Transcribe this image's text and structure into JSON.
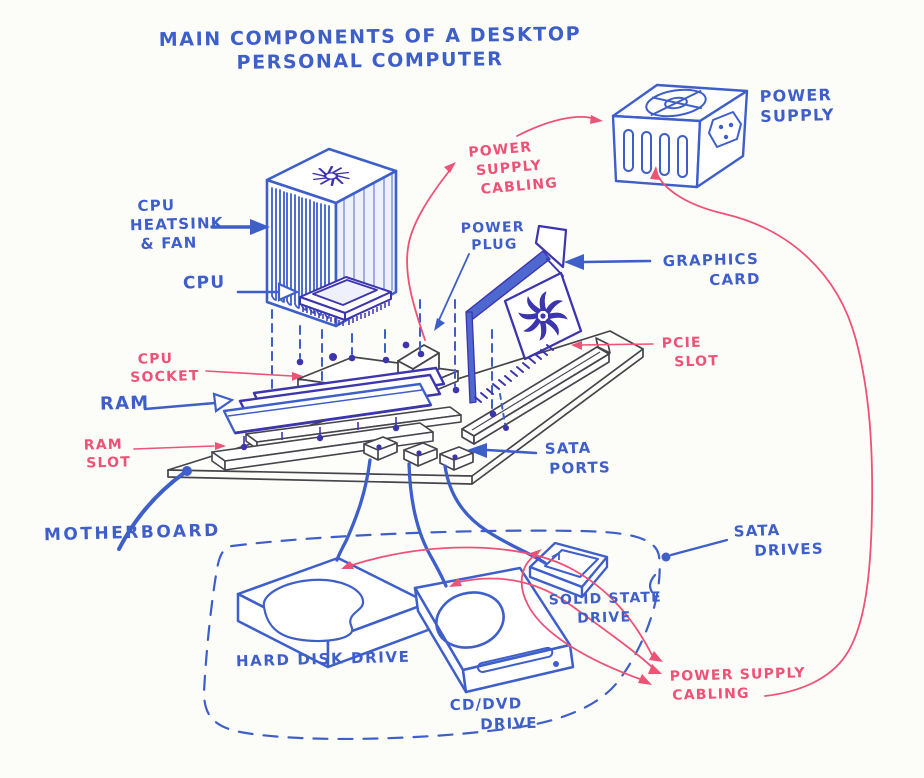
{
  "title": {
    "line1": "MAIN COMPONENTS OF A DESKTOP",
    "line2": "PERSONAL COMPUTER"
  },
  "labels": {
    "cpu_heatsink_fan": [
      "CPU",
      "HEATSINK",
      "& FAN"
    ],
    "cpu": "CPU",
    "cpu_socket": [
      "CPU",
      "SOCKET"
    ],
    "ram": "RAM",
    "ram_slot": [
      "RAM",
      "SLOT"
    ],
    "motherboard": "MOTHERBOARD",
    "power_supply_cabling_top": [
      "POWER",
      "SUPPLY",
      "CABLING"
    ],
    "power_plug": [
      "POWER",
      "PLUG"
    ],
    "graphics_card": [
      "GRAPHICS",
      "CARD"
    ],
    "pcie_slot": [
      "PCIE",
      "SLOT"
    ],
    "power_supply": [
      "POWER",
      "SUPPLY"
    ],
    "sata_ports": [
      "SATA",
      "PORTS"
    ],
    "sata_drives": [
      "SATA",
      "DRIVES"
    ],
    "hard_disk_drive": "HARD DISK DRIVE",
    "cd_dvd_drive": [
      "CD/DVD",
      "DRIVE"
    ],
    "solid_state_drive": [
      "SOLID STATE",
      "DRIVE"
    ],
    "power_supply_cabling_bottom": [
      "POWER SUPPLY",
      "CABLING"
    ]
  },
  "colors": {
    "blue_ink": "#3e5fc9",
    "navy_ink": "#3d35ae",
    "pink_ink": "#ee5277",
    "board_ink": "#46454b",
    "paper": "#fcfcf8"
  }
}
